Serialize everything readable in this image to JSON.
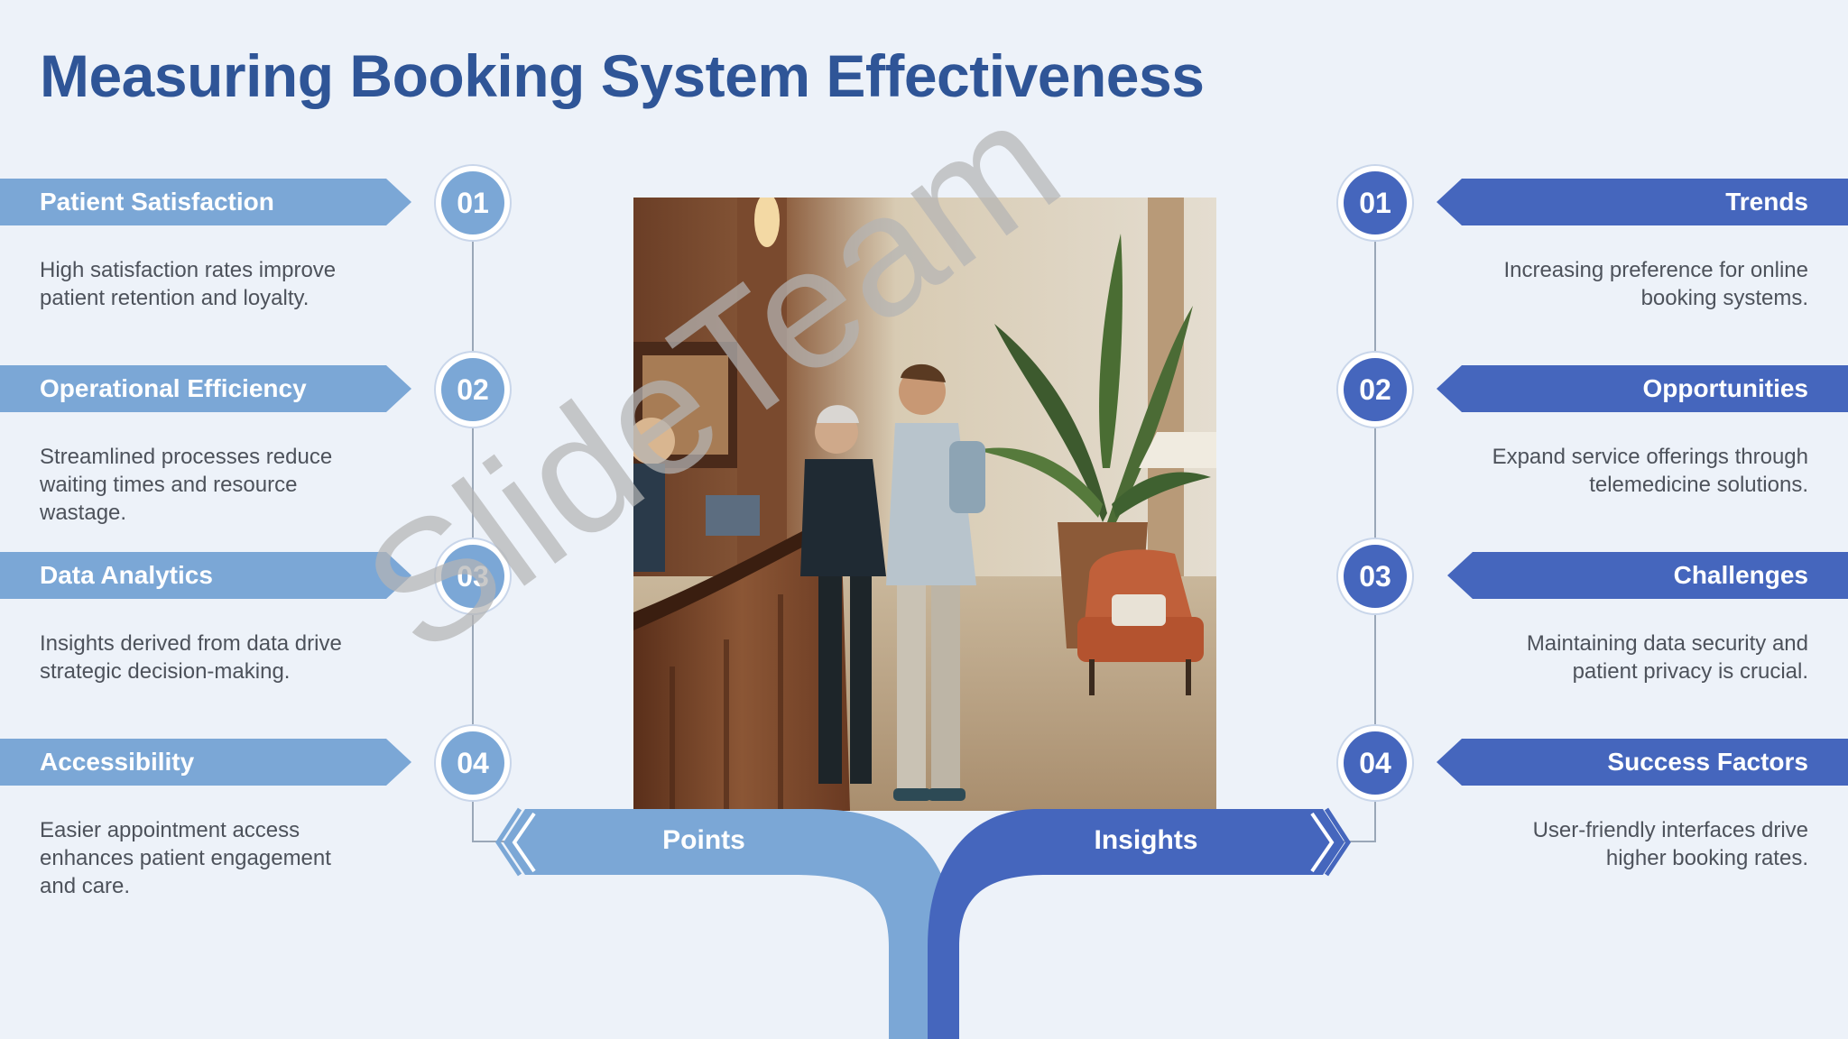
{
  "title": "Measuring Booking System Effectiveness",
  "points": [
    {
      "number": "01",
      "label": "Patient Satisfaction",
      "description": "High satisfaction rates improve patient retention and loyalty."
    },
    {
      "number": "02",
      "label": "Operational Efficiency",
      "description": "Streamlined processes reduce waiting times and resource wastage."
    },
    {
      "number": "03",
      "label": "Data Analytics",
      "description": "Insights derived from data drive strategic decision-making."
    },
    {
      "number": "04",
      "label": "Accessibility",
      "description": "Easier appointment access enhances patient engagement and care."
    }
  ],
  "insights": [
    {
      "number": "01",
      "label": "Trends",
      "description": "Increasing preference for online booking systems."
    },
    {
      "number": "02",
      "label": "Opportunities",
      "description": "Expand service offerings through telemedicine solutions."
    },
    {
      "number": "03",
      "label": "Challenges",
      "description": "Maintaining data security and patient privacy is crucial."
    },
    {
      "number": "04",
      "label": "Success Factors",
      "description": "User-friendly interfaces drive higher booking rates."
    }
  ],
  "bottom": {
    "left_label": "Points",
    "right_label": "Insights"
  },
  "watermark": "SlideTeam",
  "colors": {
    "title": "#2f5597",
    "left_accent": "#7ba7d6",
    "right_accent": "#4566bd",
    "background": "#edf2f9"
  }
}
